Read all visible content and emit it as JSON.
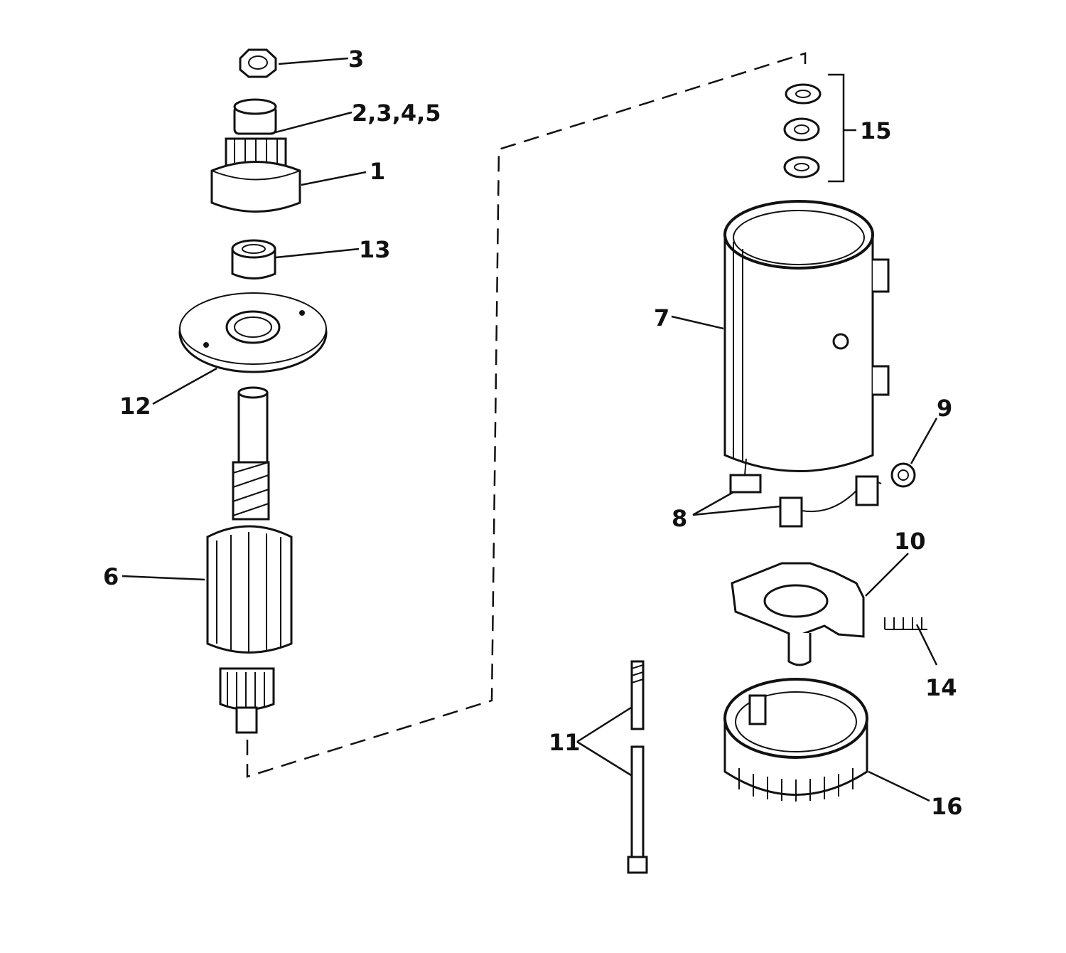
{
  "callouts": {
    "c1": "1",
    "c2345": "2,3,4,5",
    "c3": "3",
    "c6": "6",
    "c7": "7",
    "c8": "8",
    "c9": "9",
    "c10": "10",
    "c11": "11",
    "c12": "12",
    "c13": "13",
    "c14": "14",
    "c15": "15",
    "c16": "16"
  },
  "colors": {
    "ink": "#111111",
    "paper": "#ffffff"
  }
}
